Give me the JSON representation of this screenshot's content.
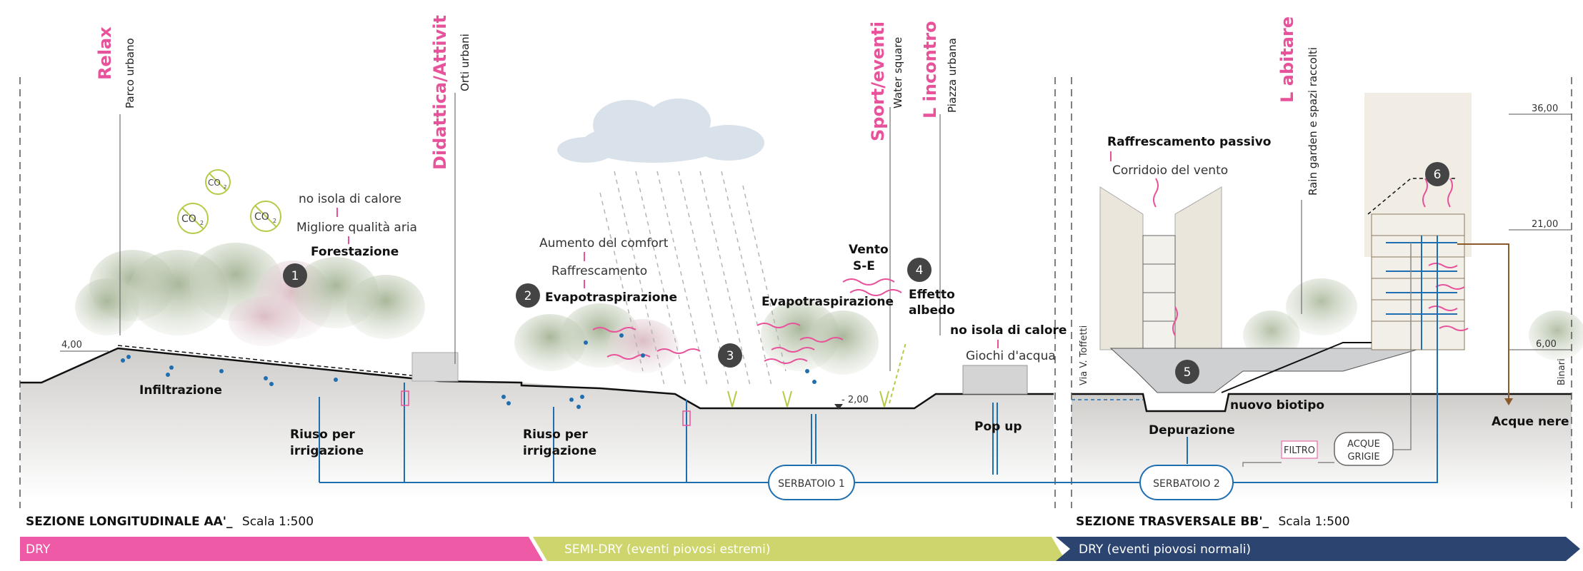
{
  "zones": {
    "relax": {
      "title": "Relax",
      "subtitle": "Parco urbano"
    },
    "didattica": {
      "title": "Didattica/Attivit",
      "subtitle": "Orti urbani"
    },
    "sport": {
      "title": "Sport/eventi",
      "subtitle": "Water square"
    },
    "incontro": {
      "title": "L incontro",
      "subtitle": "Piazza urbana"
    },
    "abitare": {
      "title": "L abitare",
      "subtitle": "Rain garden e spazi raccolti"
    }
  },
  "labels": {
    "no_isola_1": "no isola di calore",
    "migliore_aria": "Migliore qualità aria",
    "forestazione": "Forestazione",
    "aumento_comfort": "Aumento del comfort",
    "raffrescamento": "Raffrescamento",
    "evapo_2": "Evapotraspirazione",
    "evapo_3": "Evapotraspirazione",
    "vento_1": "Vento",
    "vento_2": "S-E",
    "effetto_1": "Effetto",
    "effetto_2": "albedo",
    "no_isola_2": "no isola di calore",
    "giochi": "Giochi d'acqua",
    "raffr_passivo": "Raffrescamento passivo",
    "corridoio": "Corridoio del vento",
    "infiltrazione": "Infiltrazione",
    "riuso_1a": "Riuso per",
    "riuso_1b": "irrigazione",
    "riuso_2a": "Riuso per",
    "riuso_2b": "irrigazione",
    "pop_up": "Pop up",
    "nuovo_biotipo": "nuovo  biotipo",
    "depurazione": "Depurazione",
    "filtro": "FILTRO",
    "acque_grigie_1": "ACQUE",
    "acque_grigie_2": "GRIGIE",
    "acque_nere": "Acque nere",
    "serbatoio_1": "SERBATOIO 1",
    "serbatoio_2": "SERBATOIO 2",
    "via": "Via V. Toffetti",
    "binari": "Binari",
    "co2": "CO",
    "co2_sub": "2"
  },
  "levels": {
    "l400": "4,00",
    "l200": "- 2,00",
    "l600": "6,00",
    "l2100": "21,00",
    "l3600": "36,00"
  },
  "markers": [
    "1",
    "2",
    "3",
    "4",
    "5",
    "6"
  ],
  "sections": {
    "aa_title": "SEZIONE LONGITUDINALE AA'_",
    "aa_scale": "Scala 1:500",
    "bb_title": "SEZIONE TRASVERSALE BB'_",
    "bb_scale": "Scala 1:500"
  },
  "bands": [
    {
      "label": "DRY",
      "color": "#ef5aa7"
    },
    {
      "label": "SEMI-DRY (eventi piovosi estremi)",
      "color": "#cdd56c"
    },
    {
      "label": "DRY (eventi piovosi normali)",
      "color": "#2c4470"
    }
  ],
  "colors": {
    "accent_pink": "#e8529b",
    "water_blue": "#1f6fb0",
    "ground": "#d9d7d4"
  }
}
